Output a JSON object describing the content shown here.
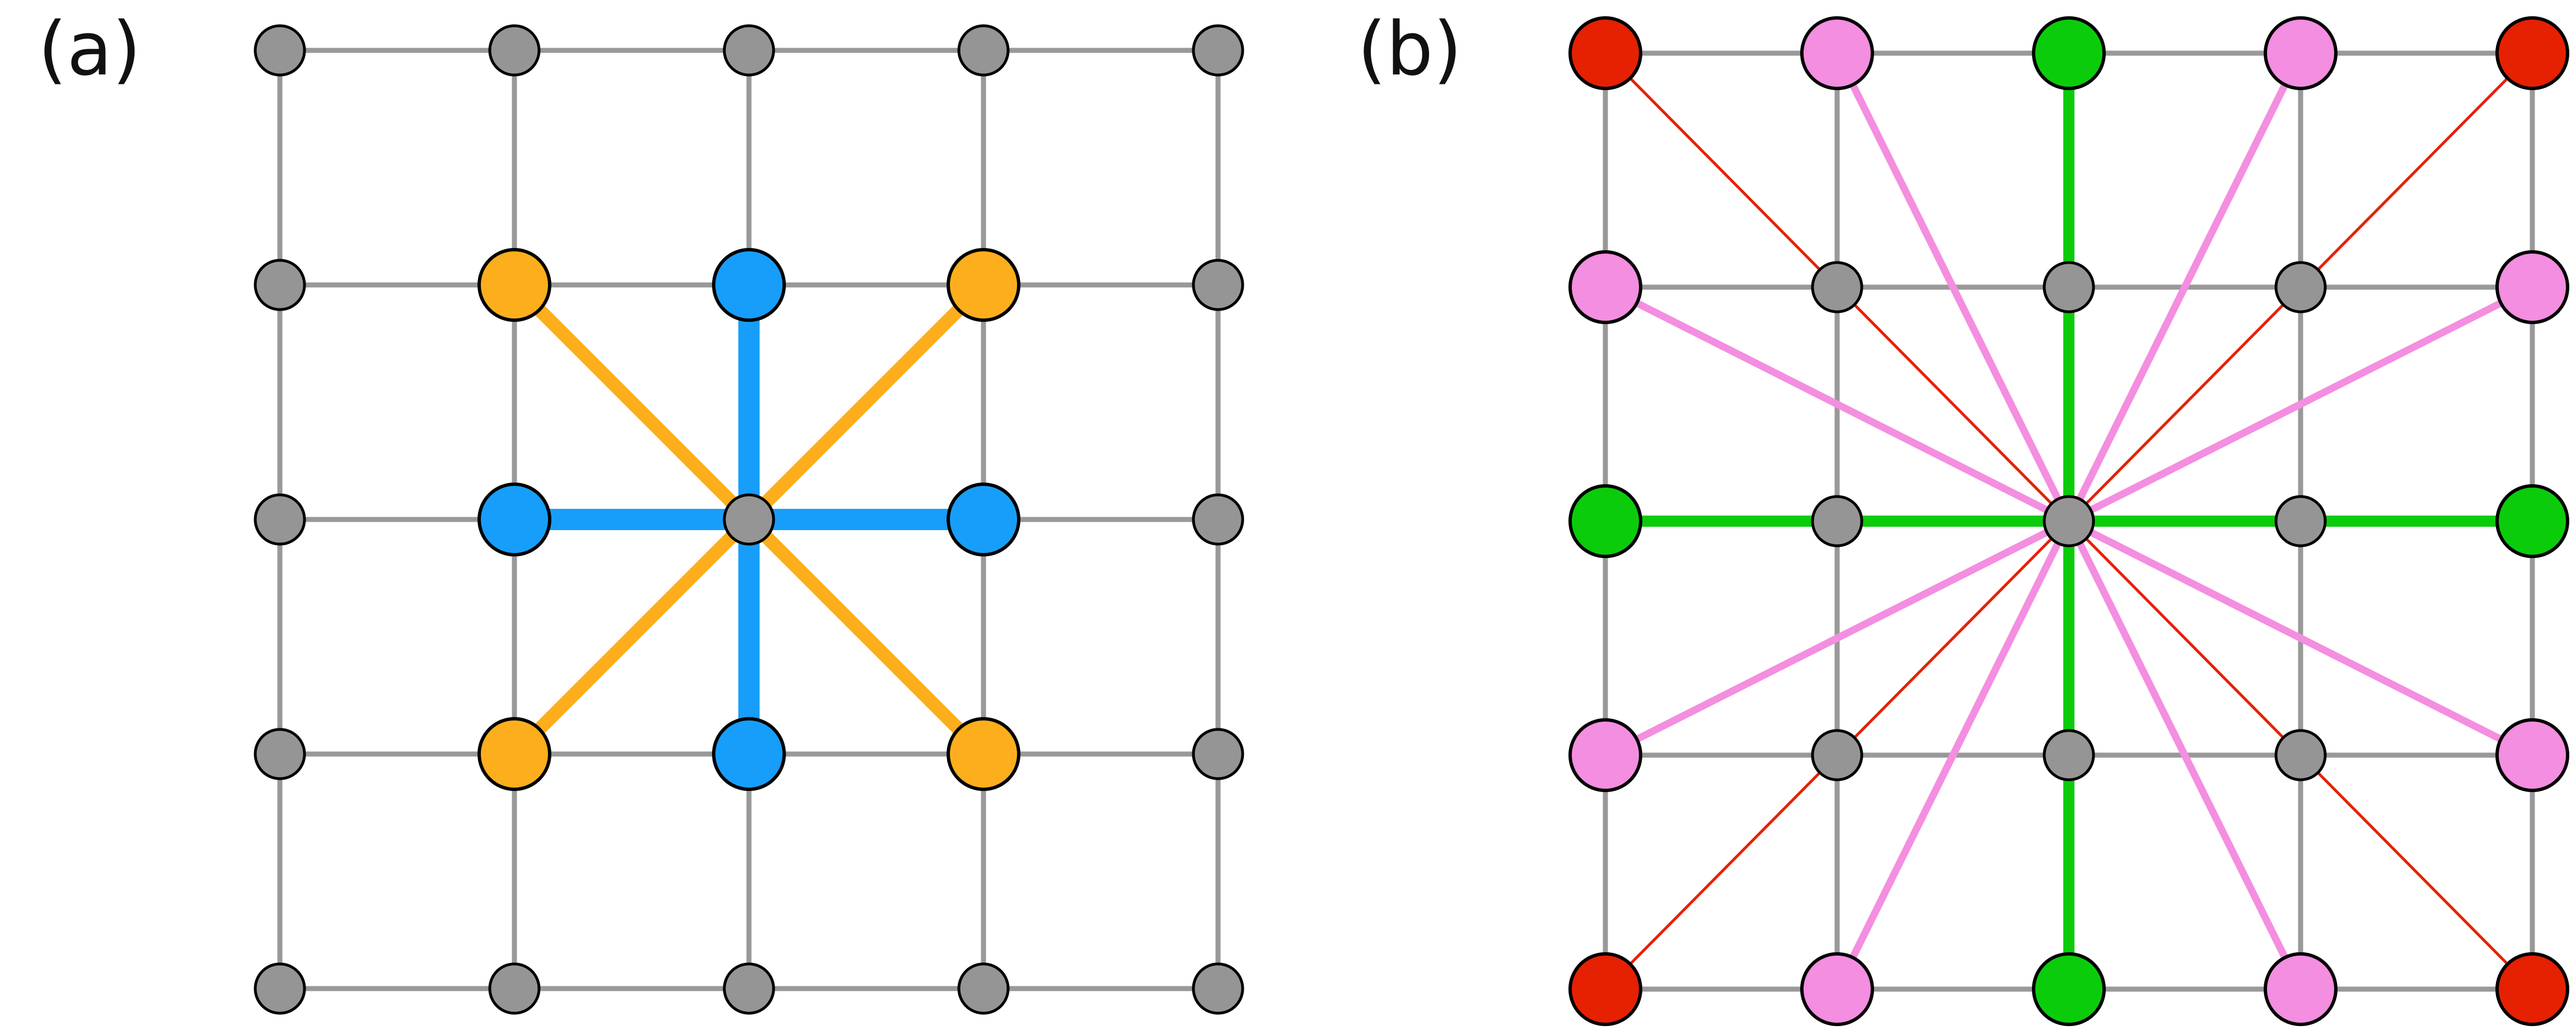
{
  "panels": {
    "a": {
      "label": "(a)",
      "lattice_size": 5,
      "center": [
        2,
        2
      ],
      "highlighted_nodes": [
        {
          "row": 1,
          "col": 1,
          "color": "orange"
        },
        {
          "row": 1,
          "col": 2,
          "color": "blue"
        },
        {
          "row": 1,
          "col": 3,
          "color": "orange"
        },
        {
          "row": 2,
          "col": 1,
          "color": "blue"
        },
        {
          "row": 2,
          "col": 3,
          "color": "blue"
        },
        {
          "row": 3,
          "col": 1,
          "color": "orange"
        },
        {
          "row": 3,
          "col": 2,
          "color": "blue"
        },
        {
          "row": 3,
          "col": 3,
          "color": "orange"
        }
      ]
    },
    "b": {
      "label": "(b)",
      "lattice_size": 5,
      "center": [
        2,
        2
      ],
      "highlighted_nodes": [
        {
          "row": 0,
          "col": 0,
          "color": "red"
        },
        {
          "row": 0,
          "col": 1,
          "color": "pink"
        },
        {
          "row": 0,
          "col": 2,
          "color": "green"
        },
        {
          "row": 0,
          "col": 3,
          "color": "pink"
        },
        {
          "row": 0,
          "col": 4,
          "color": "red"
        },
        {
          "row": 1,
          "col": 0,
          "color": "pink"
        },
        {
          "row": 1,
          "col": 4,
          "color": "pink"
        },
        {
          "row": 2,
          "col": 0,
          "color": "green"
        },
        {
          "row": 2,
          "col": 4,
          "color": "green"
        },
        {
          "row": 3,
          "col": 0,
          "color": "pink"
        },
        {
          "row": 3,
          "col": 4,
          "color": "pink"
        },
        {
          "row": 4,
          "col": 0,
          "color": "red"
        },
        {
          "row": 4,
          "col": 1,
          "color": "pink"
        },
        {
          "row": 4,
          "col": 2,
          "color": "green"
        },
        {
          "row": 4,
          "col": 3,
          "color": "pink"
        },
        {
          "row": 4,
          "col": 4,
          "color": "red"
        }
      ]
    }
  },
  "colors": {
    "grid": "#999999",
    "node_default": "#959595",
    "outline": "#000000",
    "orange": "#fcae1c",
    "blue": "#179efa",
    "green": "#0bcc0b",
    "pink": "#f48ee0",
    "red": "#e52102"
  }
}
